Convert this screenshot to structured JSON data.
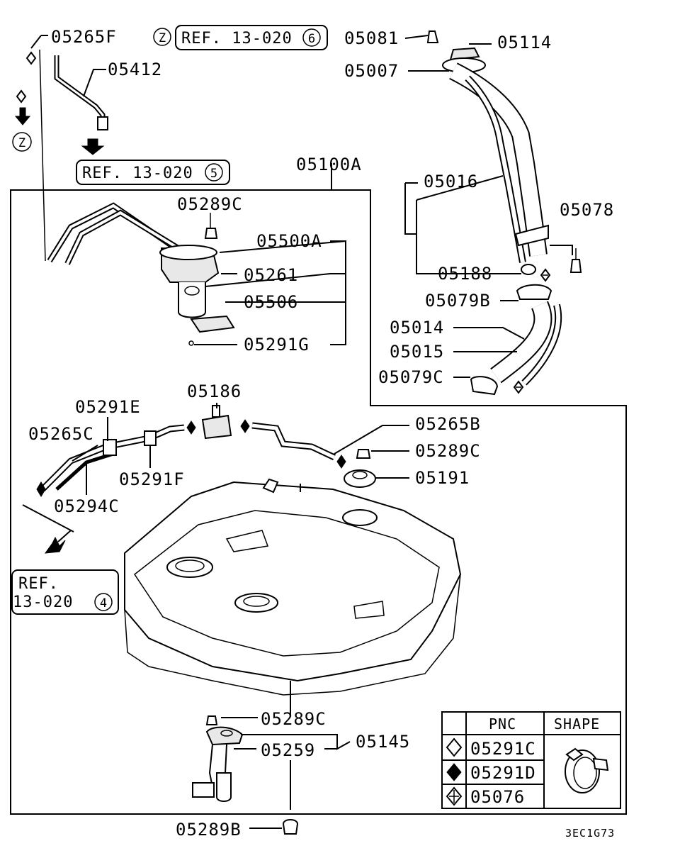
{
  "labels": {
    "p05265F": "05265F",
    "p05412": "05412",
    "p05081": "05081",
    "p05114": "05114",
    "p05007": "05007",
    "p05100A": "05100A",
    "p05016": "05016",
    "p05078": "05078",
    "p05289C_top": "05289C",
    "p05500A": "05500A",
    "p05261": "05261",
    "p05506": "05506",
    "p05291G": "05291G",
    "p05188": "05188",
    "p05079B": "05079B",
    "p05014": "05014",
    "p05015": "05015",
    "p05079C": "05079C",
    "p05186": "05186",
    "p05291E": "05291E",
    "p05265C": "05265C",
    "p05265B": "05265B",
    "p05289C_mid": "05289C",
    "p05191": "05191",
    "p05291F": "05291F",
    "p05294C": "05294C",
    "p05289C_bot": "05289C",
    "p05145": "05145",
    "p05259": "05259",
    "p05289B": "05289B"
  },
  "refs": {
    "z_marker": "Z",
    "ref6_text": "REF. 13-020",
    "ref6_num": "6",
    "ref5_text": "REF. 13-020",
    "ref5_num": "5",
    "ref4_line1": "REF.",
    "ref4_line2": "13-020",
    "ref4_num": "4"
  },
  "legend": {
    "header_pnc": "PNC",
    "header_shape": "SHAPE",
    "rows": [
      {
        "symbol": "outline-diamond",
        "pnc": "05291C"
      },
      {
        "symbol": "filled-diamond",
        "pnc": "05291D"
      },
      {
        "symbol": "crossed-diamond",
        "pnc": "05076"
      }
    ]
  },
  "diagram_code": "3EC1G73"
}
